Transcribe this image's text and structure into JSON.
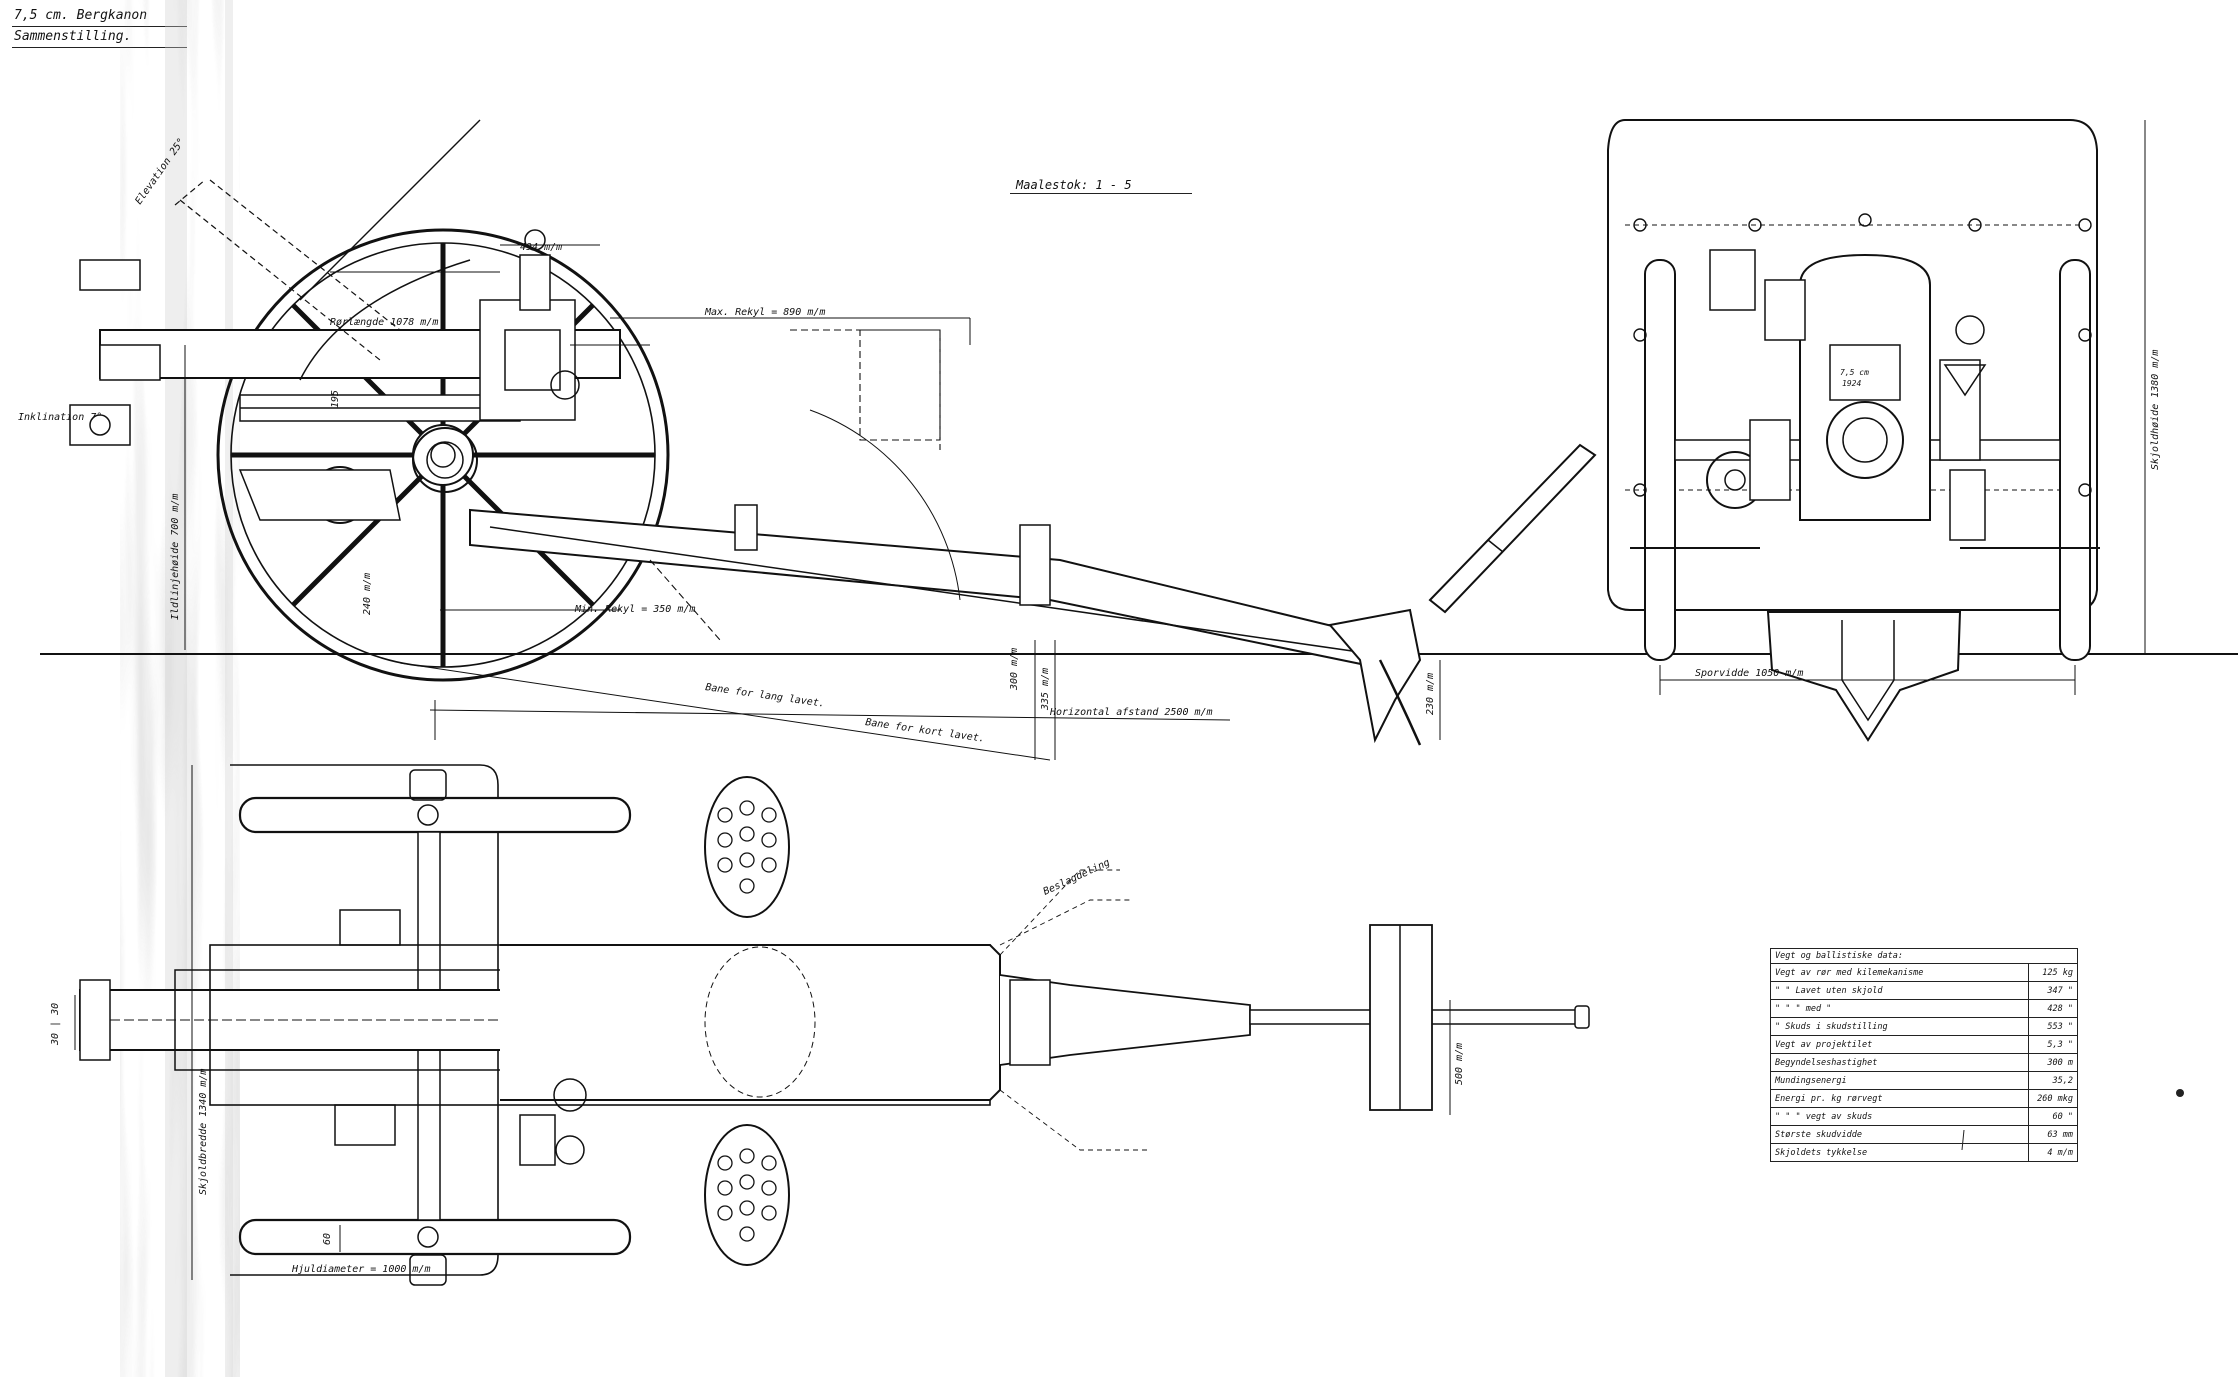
{
  "header": {
    "line1": "7,5 cm. Bergkanon",
    "line2": "Sammenstilling."
  },
  "scale": "Maalestok: 1 - 5",
  "side_view": {
    "max_recoil": "Max. Rekyl = 890 m/m",
    "min_recoil": "Min. Rekyl = 350 m/m",
    "elevation": "Elevation 25°",
    "inclination": "Inklination 7°",
    "barrel_length": "Rørlængde 1078 m/m",
    "dim_494": "494 m/m",
    "dim_195": "195",
    "dim_240": "240 m/m",
    "line_of_fire": "Ildlinjehøide 700 m/m",
    "long_trail": "Bane for lang lavet.",
    "short_trail": "Bane for kort lavet.",
    "horizontal_distance": "Horizontal afstand 2500 m/m",
    "dim_300": "300 m/m",
    "dim_335": "335 m/m",
    "dim_230": "230 m/m"
  },
  "front_view": {
    "shield_height": "Skjoldhøide 1380 m/m",
    "track_width": "Sporvidde 1050 m/m",
    "breech_label": "7,5 cm",
    "breech_date": "1924"
  },
  "top_view": {
    "shield_width": "Skjoldbredde 1340 m/m",
    "dim_30": "30 | 30",
    "dim_60": "60",
    "wheel_diameter": "Hjuldiameter = 1000 m/m",
    "dim_500": "500 m/m",
    "leader_label": "Beslagdeling"
  },
  "data_table": {
    "title": "Vegt og ballistiske data:",
    "rows": [
      {
        "label": "Vegt av rør med kilemekanisme",
        "value": "125 kg"
      },
      {
        "label": "\"  \" Lavet uten skjold",
        "value": "347 \""
      },
      {
        "label": "\"  \"  \"  med  \"",
        "value": "428 \""
      },
      {
        "label": "\"  Skuds i skudstilling",
        "value": "553 \""
      },
      {
        "label": "Vegt av projektilet",
        "value": "5,3 \""
      },
      {
        "label": "Begyndelseshastighet",
        "value": "300 m"
      },
      {
        "label": "Mundingsenergi",
        "value": "35,2"
      },
      {
        "label": "Energi pr. kg rørvegt",
        "value": "260 mkg"
      },
      {
        "label": "\"  \"  \" vegt av skuds",
        "value": "60 \""
      },
      {
        "label": "Største skudvidde",
        "value": "63 mm"
      },
      {
        "label": "Skjoldets tykkelse",
        "value": "4 m/m"
      }
    ]
  }
}
